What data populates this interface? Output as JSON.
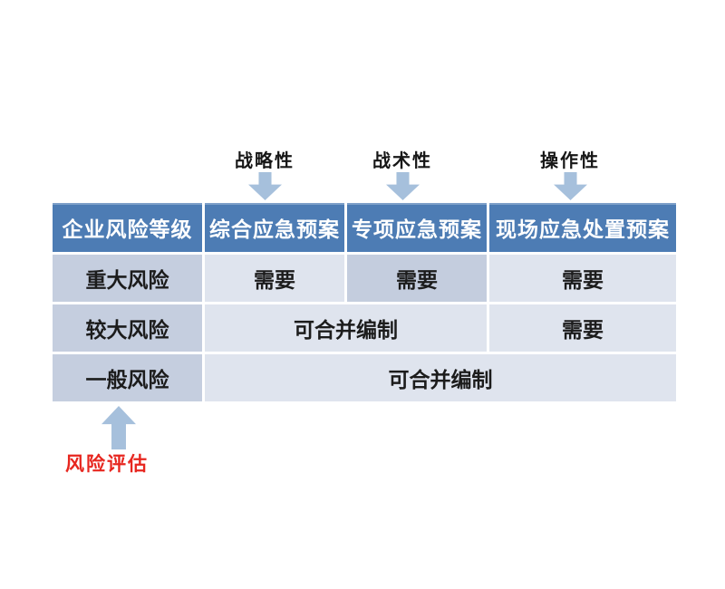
{
  "top_annotations": [
    {
      "id": "strategic",
      "label": "战略性"
    },
    {
      "id": "tactical",
      "label": "战术性"
    },
    {
      "id": "operational",
      "label": "操作性"
    }
  ],
  "bottom_annotation": {
    "label": "风险评估"
  },
  "table": {
    "headers": [
      {
        "label": "企业风险等级"
      },
      {
        "label": "综合应急预案"
      },
      {
        "label": "专项应急预案"
      },
      {
        "label": "现场应急处置预案"
      }
    ],
    "rows": [
      {
        "level": "重大风险",
        "cells": [
          {
            "label": "需要",
            "highlight": false
          },
          {
            "label": "需要",
            "highlight": true
          },
          {
            "label": "需要",
            "highlight": false
          }
        ]
      },
      {
        "level": "较大风险",
        "merged_cell": {
          "label": "可合并编制",
          "span": 2
        },
        "last_cell": {
          "label": "需要"
        }
      },
      {
        "level": "一般风险",
        "merged_cell": {
          "label": "可合并编制",
          "span": 3
        }
      }
    ]
  },
  "colors": {
    "header_bg": "#4d7cb4",
    "header_text": "#ffffff",
    "level_cell_bg": "#c5cedf",
    "cell_bg": "#dfe4ee",
    "highlight_cell_bg": "#c4cdde",
    "arrow": "#a6c0dc",
    "annotation_text": "#161616",
    "risk_label_text": "#e7261f"
  }
}
